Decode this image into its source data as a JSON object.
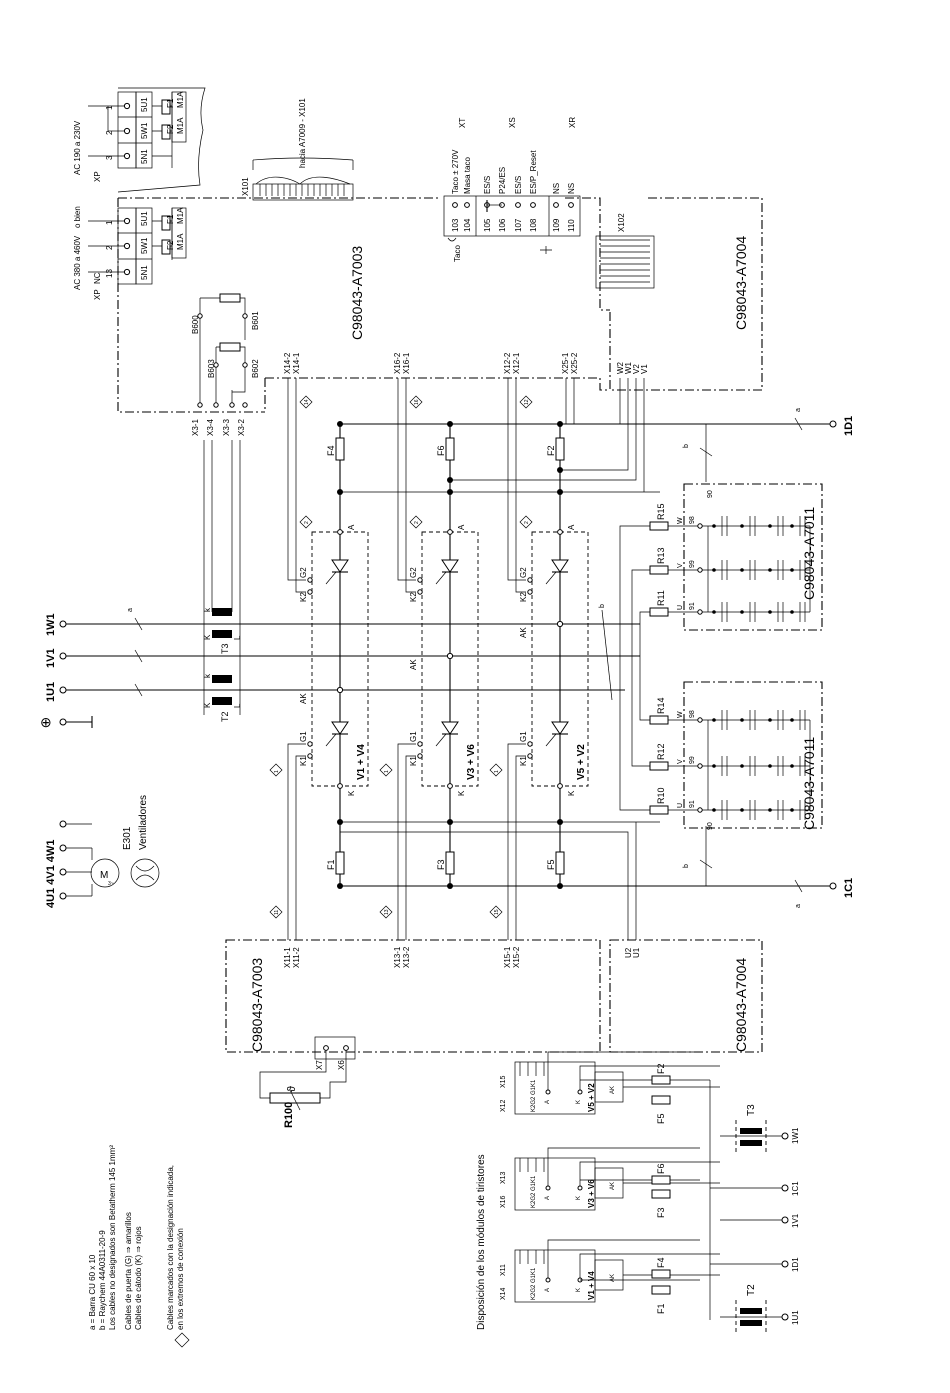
{
  "blocks": {
    "ctrl_top": "C98043-A7003",
    "ctrl_bottom": "C98043-A7003",
    "drv_top": "C98043-A7004",
    "drv_bottom": "C98043-A7004",
    "snub_top": "C98043-A7011",
    "snub_bottom": "C98043-A7011"
  },
  "supply": {
    "xp": "XP",
    "nc": "NC",
    "alt_text": "o bien",
    "ac_high": "AC 380 a 460V",
    "ac_low": "AC 190 a 230V",
    "pins": [
      "1",
      "2",
      "3",
      "13"
    ],
    "u": "5U1",
    "w": "5W1",
    "n": "5N1",
    "f1": "F1",
    "f2": "F2",
    "fuse": "M1A"
  },
  "connectors": {
    "x101": "X101",
    "x101_target": "hacia A7009 - X101",
    "x102": "X102",
    "xt": "XT",
    "xs": "XS",
    "xr": "XR",
    "taco": "Taco",
    "terminals": [
      {
        "num": "103",
        "label": "Taco ± 270V"
      },
      {
        "num": "104",
        "label": "Masa taco"
      },
      {
        "num": "105",
        "label": "ES/S"
      },
      {
        "num": "106",
        "label": "P24/ES"
      },
      {
        "num": "107",
        "label": "ES/S"
      },
      {
        "num": "108",
        "label": "ES/P_Reset"
      },
      {
        "num": "109",
        "label": "NS"
      },
      {
        "num": "110",
        "label": "NS"
      }
    ],
    "b_contacts": [
      "B600",
      "B601",
      "B603",
      "B602"
    ],
    "x3": [
      "X3-1",
      "X3-4",
      "X3-3",
      "X3-2"
    ],
    "gate_top": [
      "X14-2",
      "X14-1",
      "X16-2",
      "X16-1",
      "X12-2",
      "X12-1",
      "X25-1",
      "X25-2"
    ],
    "gate_bottom": [
      "X11-1",
      "X11-2",
      "X13-1",
      "X13-2",
      "X15-1",
      "X15-2"
    ],
    "uvw_top": [
      "W2",
      "W1",
      "V2",
      "V1"
    ],
    "uv_bottom": [
      "U2",
      "U1"
    ]
  },
  "main": {
    "modules": [
      "V1 + V4",
      "V3 + V6",
      "V5 + V2"
    ],
    "fuses_top": [
      "F4",
      "F6",
      "F2"
    ],
    "fuses_bottom": [
      "F1",
      "F3",
      "F5"
    ],
    "pins": {
      "g1": "G1",
      "g2": "G2",
      "k1": "K1",
      "k2": "K2",
      "a": "A",
      "k": "K",
      "ak": "AK"
    },
    "phases": [
      "1U1",
      "1V1",
      "1W1"
    ],
    "pe": "⊕",
    "dc_pos": "1D1",
    "dc_neg": "1C1",
    "ct": [
      "T2",
      "T3"
    ],
    "ct_pins": {
      "k": "k",
      "K": "K",
      "l": "l",
      "L": "L"
    },
    "wire_a": "a",
    "wire_b": "b",
    "snubber_res": [
      "R15",
      "R13",
      "R11",
      "R14",
      "R12",
      "R10"
    ],
    "snubber_pins": [
      "W",
      "V",
      "U",
      "98",
      "99",
      "91",
      "90"
    ],
    "marks_top": [
      "14",
      "16",
      "12",
      "2"
    ],
    "marks_bottom": [
      "1",
      "11",
      "13",
      "15"
    ]
  },
  "fan": {
    "label": "E301",
    "desc": "Ventiladores",
    "terminals": "4U1 4V1 4W1",
    "motor": "M",
    "phase": "3~"
  },
  "sensor": {
    "name": "R100",
    "symbol": "ϑ",
    "x7": "X7",
    "x6": "X6"
  },
  "legend": {
    "a": "a = Barra CU 60 x 10",
    "b": "b = Raychem 44A0311-20-9",
    "note": "Los cables no designados son Betatherm 145  1mm²",
    "gate": "Cables de puerta (G)  ⇒  amarillos",
    "cathode": "Cables de cátodo (K)  ⇒  rojos",
    "marked_1": "Cables marcados con la designación indicada,",
    "marked_2": "en los extremos de conexión"
  },
  "layout_title": "Disposición de los módulos de tiristores",
  "layout": {
    "modules": [
      "V1 + V4",
      "V3 + V6",
      "V5 + V2"
    ],
    "x_pairs": [
      [
        "X14",
        "X11"
      ],
      [
        "X16",
        "X13"
      ],
      [
        "X12",
        "X15"
      ]
    ],
    "pins": "K2G2  G1K1",
    "f_top": [
      "F4",
      "F6",
      "F2"
    ],
    "f_bot": [
      "F1",
      "F3",
      "F5"
    ],
    "terms": [
      "1U1",
      "1D1",
      "1V1",
      "1C1",
      "1W1"
    ],
    "ct": [
      "T2",
      "T3"
    ],
    "a": "A",
    "k": "K",
    "ak": "AK"
  }
}
